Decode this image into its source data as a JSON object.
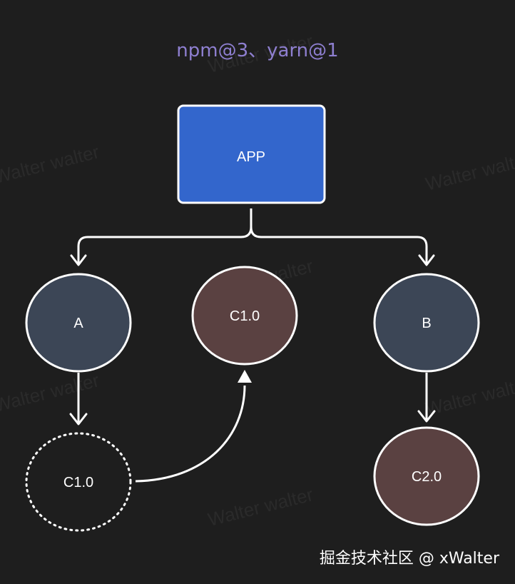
{
  "title": "npm@3、yarn@1",
  "nodes": {
    "app": "APP",
    "a": "A",
    "c1_top": "C1.0",
    "b": "B",
    "c1_dashed": "C1.0",
    "c2": "C2.0"
  },
  "watermark": "Walter walter",
  "footer": "掘金技术社区 @ xWalter",
  "colors": {
    "background": "#1e1e1e",
    "app_fill": "#3366cc",
    "ab_fill": "#3c4656",
    "c_fill": "#5a4141",
    "stroke": "#ffffff",
    "title": "#8e7fd0"
  }
}
